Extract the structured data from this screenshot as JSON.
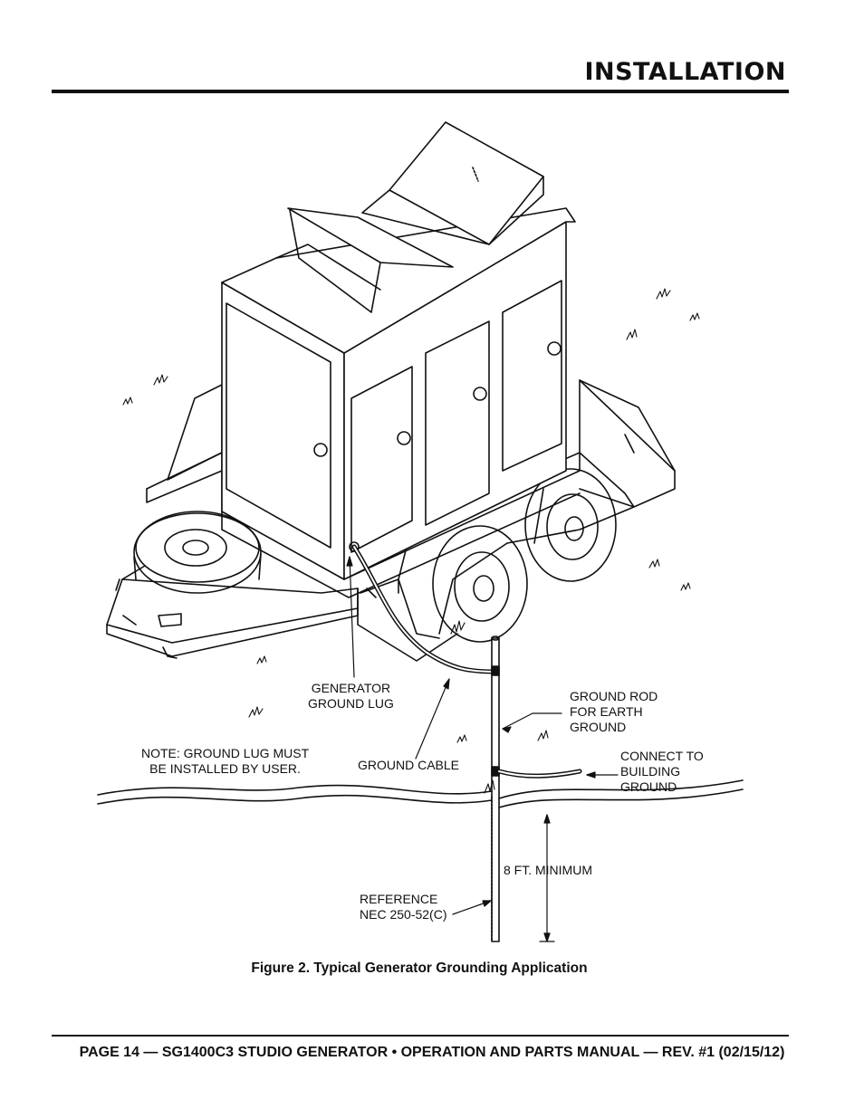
{
  "header": {
    "section_title": "INSTALLATION"
  },
  "figure": {
    "caption": "Figure 2. Typical Generator Grounding Application",
    "labels": {
      "generator_ground_lug": "GENERATOR\nGROUND LUG",
      "note": "NOTE: GROUND LUG MUST\nBE INSTALLED BY USER.",
      "ground_cable": "GROUND CABLE",
      "ground_rod": "GROUND ROD\nFOR EARTH\nGROUND",
      "connect_to": "CONNECT TO\nBUILDING\nGROUND",
      "minimum": "8 FT. MINIMUM",
      "reference": "REFERENCE\nNEC 250-52(C)"
    }
  },
  "footer": {
    "text": "PAGE 14 — SG1400C3 STUDIO GENERATOR • OPERATION AND PARTS MANUAL — REV. #1 (02/15/12)"
  }
}
